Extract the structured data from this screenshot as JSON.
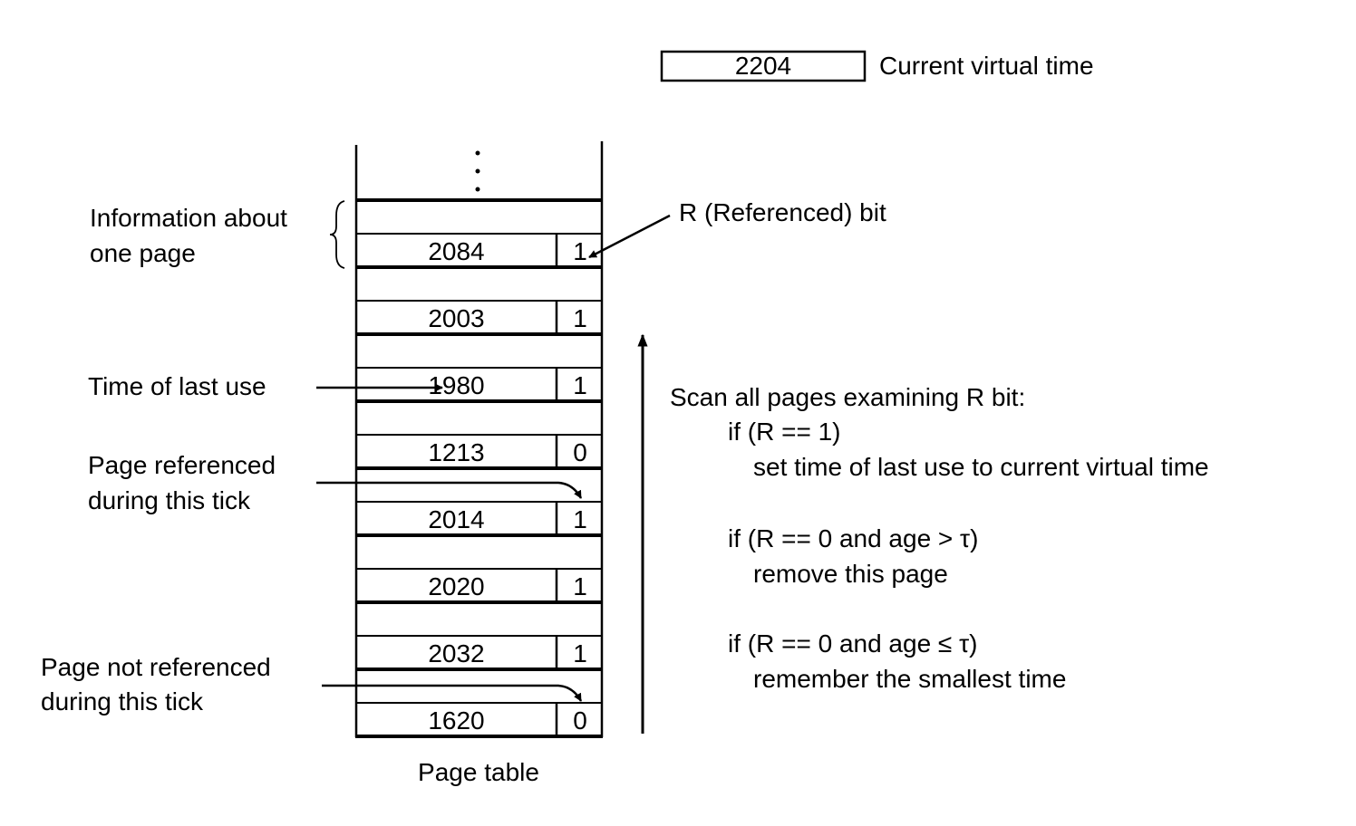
{
  "current_time": {
    "value": "2204",
    "label": "Current virtual time"
  },
  "page_table": {
    "caption": "Page table",
    "rows": [
      {
        "time": "2084",
        "r": "1"
      },
      {
        "time": "2003",
        "r": "1"
      },
      {
        "time": "1980",
        "r": "1"
      },
      {
        "time": "1213",
        "r": "0"
      },
      {
        "time": "2014",
        "r": "1"
      },
      {
        "time": "2020",
        "r": "1"
      },
      {
        "time": "2032",
        "r": "1"
      },
      {
        "time": "1620",
        "r": "0"
      }
    ]
  },
  "labels": {
    "info_line1": "Information about",
    "info_line2": "one page",
    "time_of_last_use": "Time of last use",
    "ref_line1": "Page referenced",
    "ref_line2": "during this tick",
    "notref_line1": "Page not referenced",
    "notref_line2": "during this tick",
    "r_bit": "R (Referenced) bit"
  },
  "algorithm": {
    "line1": "Scan all pages examining R bit:",
    "line2": "if (R == 1)",
    "line3": "set time of last use to current virtual time",
    "line4": "if (R == 0 and age > τ)",
    "line5": "remove this page",
    "line6": "if (R == 0 and age ≤ τ)",
    "line7": "remember the smallest time"
  }
}
